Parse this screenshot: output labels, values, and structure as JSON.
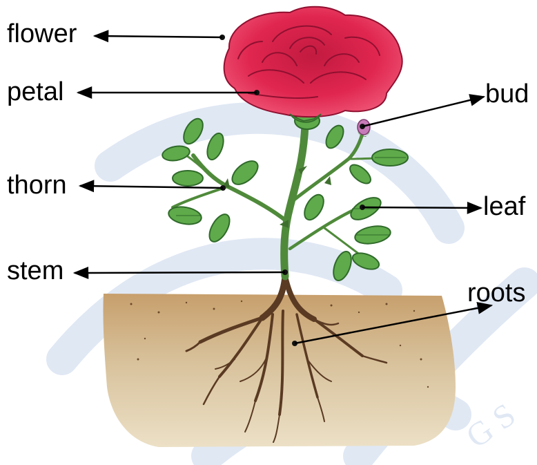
{
  "labels": {
    "flower": "flower",
    "petal": "petal",
    "thorn": "thorn",
    "stem": "stem",
    "bud": "bud",
    "leaf": "leaf",
    "roots": "roots"
  },
  "colors": {
    "petal": "#e0264f",
    "petal_dark": "#a3122f",
    "leaf": "#5faa4a",
    "leaf_dark": "#2f6a2a",
    "stem": "#4f8a3a",
    "soil": "#c9ab7d",
    "root": "#5a3a22",
    "watermark": "#dde6f3"
  }
}
